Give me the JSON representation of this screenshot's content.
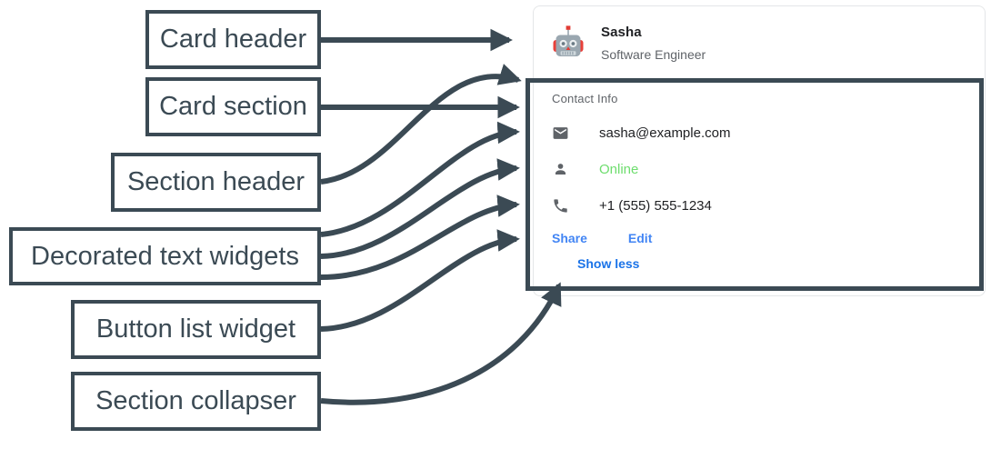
{
  "annotations": [
    {
      "id": "card-header",
      "label": "Card header"
    },
    {
      "id": "card-section",
      "label": "Card section"
    },
    {
      "id": "section-header",
      "label": "Section header"
    },
    {
      "id": "decorated-text",
      "label": "Decorated text widgets"
    },
    {
      "id": "button-list",
      "label": "Button list widget"
    },
    {
      "id": "section-collapser",
      "label": "Section collapser"
    }
  ],
  "card": {
    "header": {
      "avatar_icon": "robot-avatar-icon",
      "title": "Sasha",
      "subtitle": "Software Engineer"
    },
    "section": {
      "header": "Contact Info",
      "rows": [
        {
          "icon": "email-icon",
          "text": "sasha@example.com",
          "color": "#202124"
        },
        {
          "icon": "person-icon",
          "text": "Online",
          "color": "#6edd6e"
        },
        {
          "icon": "phone-icon",
          "text": "+1 (555) 555-1234",
          "color": "#202124"
        }
      ],
      "buttons": [
        {
          "label": "Share",
          "color": "#4285f4"
        },
        {
          "label": "Edit",
          "color": "#4285f4"
        }
      ],
      "collapser": {
        "label": "Show less",
        "color": "#1a73e8"
      }
    }
  },
  "colors": {
    "annotation_stroke": "#3b4a54",
    "card_border": "#e4e6e8",
    "muted_text": "#5f6368",
    "primary_text": "#202124",
    "link_blue": "#4285f4",
    "link_blue_dark": "#1a73e8",
    "status_green": "#6edd6e",
    "page_background": "#ffffff"
  }
}
